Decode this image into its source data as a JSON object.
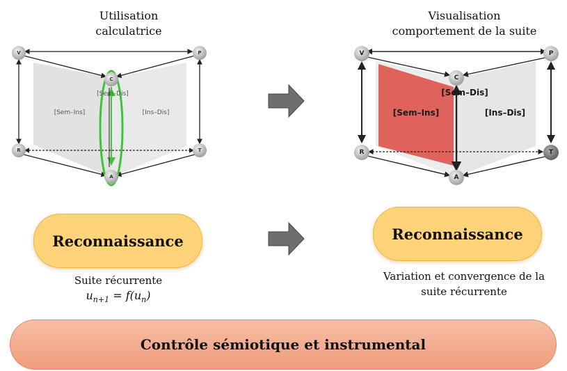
{
  "left_diagram": {
    "title_line1": "Utilisation",
    "title_line2": "calculatrice",
    "nodes": {
      "v": "V",
      "p": "P",
      "c": "C",
      "r": "R",
      "t": "T",
      "a": "A"
    },
    "regions": {
      "sem_dis": "[Sem–Dis]",
      "sem_ins": "[Sem–Ins]",
      "ins_dis": "[Ins–Dis]"
    },
    "highlight_color": "#3cc43c"
  },
  "right_diagram": {
    "title_line1": "Visualisation",
    "title_line2": "comportement de la suite",
    "nodes": {
      "v": "V",
      "p": "P",
      "c": "C",
      "r": "R",
      "t": "T",
      "a": "A"
    },
    "regions": {
      "sem_dis": "[Sem–Dis]",
      "sem_ins": "[Sem–Ins]",
      "ins_dis": "[Ins–Dis]"
    },
    "highlight_color": "#e0625c"
  },
  "left_pill": {
    "label": "Reconnaissance"
  },
  "right_pill": {
    "label": "Reconnaissance"
  },
  "left_caption": {
    "line1": "Suite récurrente",
    "formula_lhs": "u",
    "formula_sub": "n+1",
    "formula_mid": " = f(u",
    "formula_sub2": "n",
    "formula_end": ")"
  },
  "right_caption": {
    "line1": "Variation et convergence de la",
    "line2": "suite récurrente"
  },
  "banner": {
    "label": "Contrôle sémiotique et instrumental"
  },
  "colors": {
    "pill": "#ffd37a",
    "banner": "#f2a98a",
    "arrow": "#6e6e6e"
  }
}
